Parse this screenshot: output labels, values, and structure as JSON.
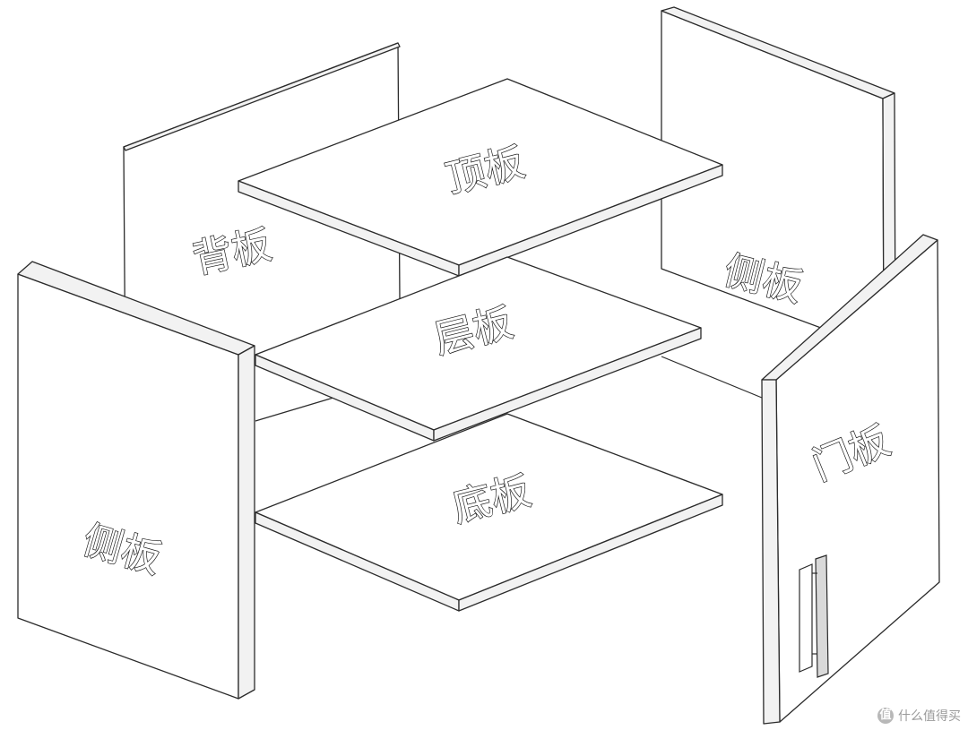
{
  "diagram": {
    "panels": {
      "back_panel": "背板",
      "top_panel": "顶板",
      "shelf_panel": "层板",
      "bottom_panel": "底板",
      "left_side_panel": "侧板",
      "right_side_panel": "侧板",
      "door_panel": "门板"
    }
  },
  "watermark": {
    "icon": "值",
    "text": "什么值得买"
  }
}
